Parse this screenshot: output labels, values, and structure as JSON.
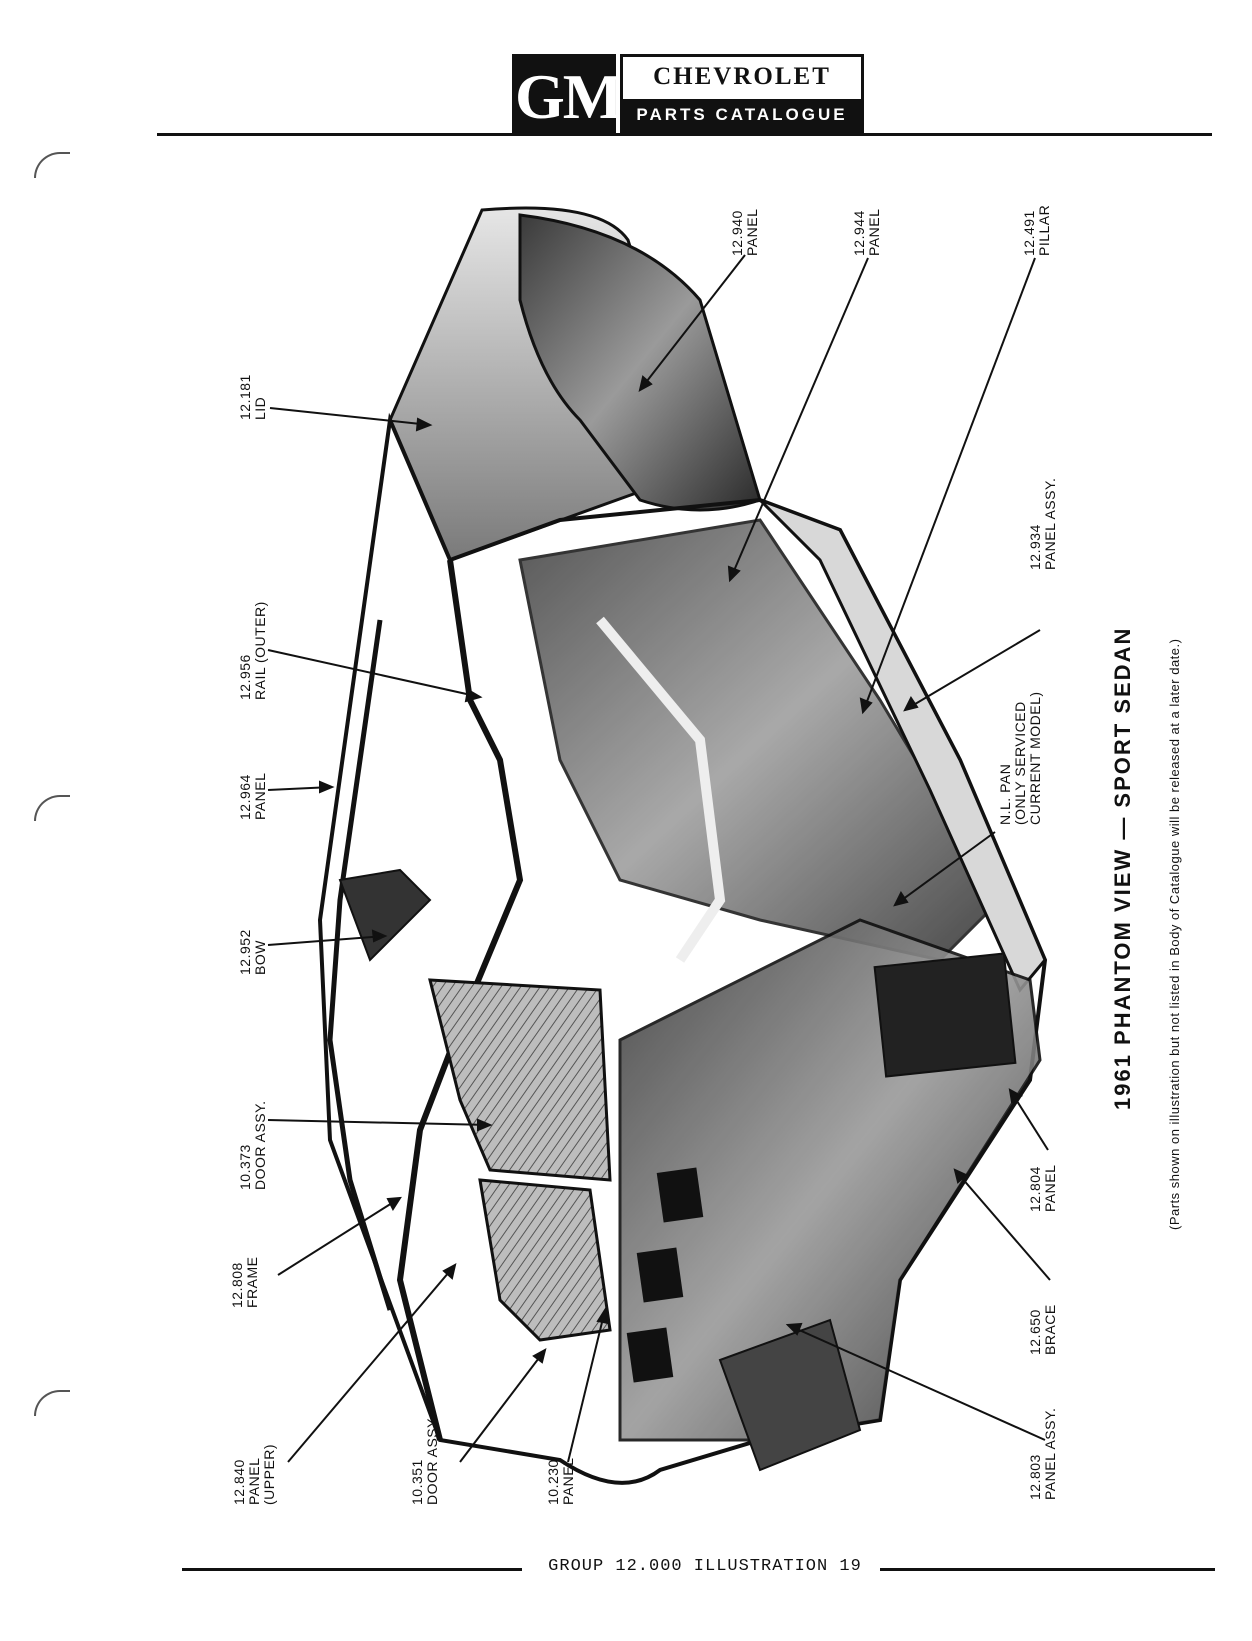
{
  "header": {
    "logo": "GM",
    "brand": "CHEVROLET",
    "subtitle": "PARTS CATALOGUE"
  },
  "callouts": {
    "lid": {
      "num": "12.181",
      "name": "LID"
    },
    "rail": {
      "num": "12.956",
      "name": "RAIL (OUTER)"
    },
    "panel_964": {
      "num": "12.964",
      "name": "PANEL"
    },
    "bow": {
      "num": "12.952",
      "name": "BOW"
    },
    "door_373": {
      "num": "10.373",
      "name": "DOOR ASSY."
    },
    "frame": {
      "num": "12.808",
      "name": "FRAME"
    },
    "panel_upper": {
      "num": "12.840",
      "name": "PANEL",
      "extra": "(UPPER)"
    },
    "door_351": {
      "num": "10.351",
      "name": "DOOR ASSY."
    },
    "panel_230": {
      "num": "10.230",
      "name": "PANEL"
    },
    "panel_940": {
      "num": "12.940",
      "name": "PANEL"
    },
    "panel_944": {
      "num": "12.944",
      "name": "PANEL"
    },
    "pillar": {
      "num": "12.491",
      "name": "PILLAR"
    },
    "panel_934": {
      "num": "12.934",
      "name": "PANEL ASSY."
    },
    "nl_pan": {
      "num": "N.L. PAN",
      "name": "(ONLY SERVICED",
      "extra": "CURRENT MODEL)"
    },
    "panel_804": {
      "num": "12.804",
      "name": "PANEL"
    },
    "brace": {
      "num": "12.650",
      "name": "BRACE"
    },
    "panel_803": {
      "num": "12.803",
      "name": "PANEL ASSY."
    }
  },
  "title": "1961 PHANTOM VIEW — SPORT SEDAN",
  "note": "(Parts shown on illustration but not listed in Body of Catalogue will be released at a later date.)",
  "footer": "GROUP 12.000 ILLUSTRATION 19"
}
